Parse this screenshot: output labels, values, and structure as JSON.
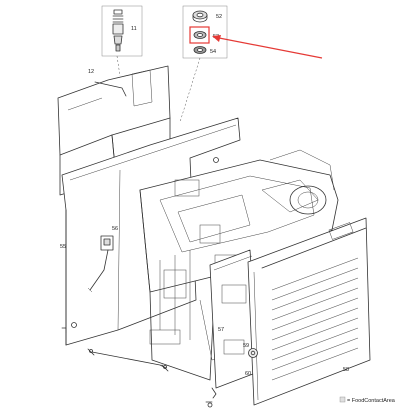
{
  "callouts": {
    "c11": "11",
    "c12": "12",
    "c52": "52",
    "c53": "53",
    "c54": "54",
    "c55": "55",
    "c56": "56",
    "c57": "57",
    "c58": "58",
    "c59": "59",
    "c60": "60"
  },
  "legend": {
    "text": "= FoodContactArea"
  },
  "highlight": {
    "color": "#e53935"
  }
}
